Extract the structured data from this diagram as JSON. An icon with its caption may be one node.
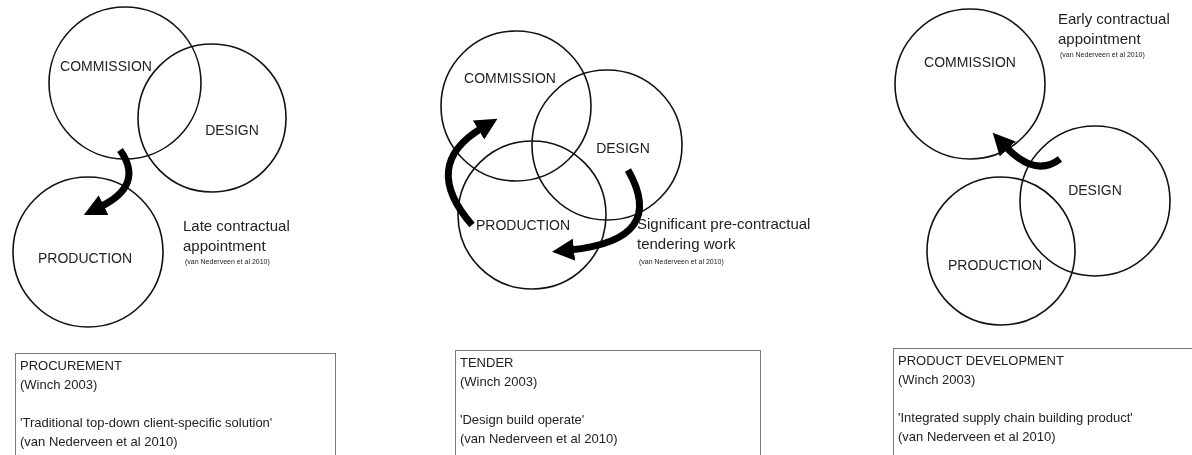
{
  "diagram": {
    "nodes": [
      {
        "text": [
          "COMMISSION"
        ]
      },
      {
        "text": [
          "DESIGN"
        ]
      },
      {
        "text": [
          "PRODUCTION"
        ]
      },
      {
        "text": [
          "COMMISSION"
        ]
      },
      {
        "text": [
          "DESIGN"
        ]
      },
      {
        "text": [
          "PRODUCTION"
        ]
      },
      {
        "text": [
          "COMMISSION"
        ]
      },
      {
        "text": [
          "DESIGN"
        ]
      },
      {
        "text": [
          "PRODUCTION"
        ]
      },
      {
        "text": [
          "PROCUREMENT",
          "(Winch 2003)",
          "'Traditional top-down client-specific solution'",
          "(van Nederveen et al 2010)"
        ]
      },
      {
        "text": [
          "TENDER",
          "(Winch 2003)",
          "'Design build operate'",
          "(van Nederveen et al 2010)"
        ]
      },
      {
        "text": [
          "PRODUCT DEVELOPMENT",
          "(Winch 2003)",
          "'Integrated supply chain building product'",
          "(van Nederveen et al 2010)"
        ]
      }
    ],
    "edges": [
      {
        "from": 0,
        "to": 2,
        "arrow": "to"
      },
      {
        "from": 5,
        "to": 3,
        "arrow": "to"
      },
      {
        "from": 4,
        "to": 5,
        "arrow": "to"
      },
      {
        "from": 7,
        "to": 6,
        "arrow": "to"
      }
    ],
    "labels": [
      "Late contractual appointment",
      "(van Nederveen et al 2010)",
      "Significant pre-contractual tendering work",
      "(van Nederveen et al 2010)",
      "Early contractual appointment",
      "(van Nederveen et al 2010)"
    ]
  }
}
